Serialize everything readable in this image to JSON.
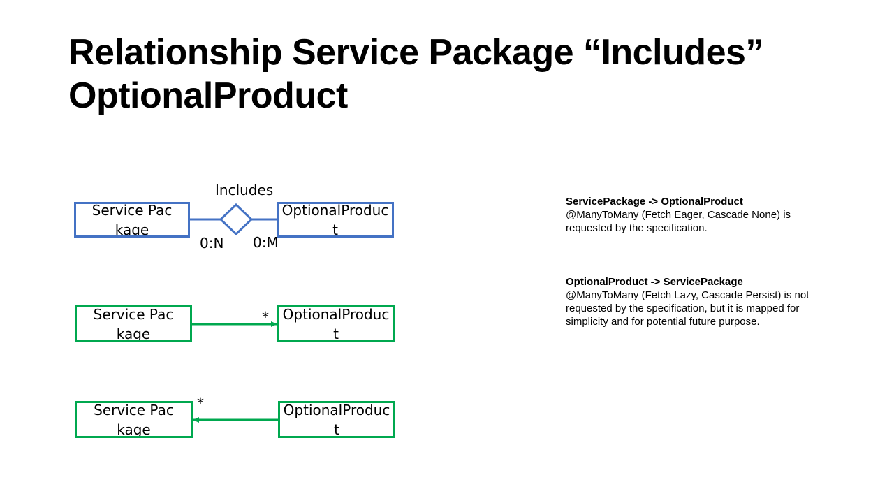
{
  "title": {
    "line1": "Relationship Service Package “Includes”",
    "line2": "OptionalProduct"
  },
  "diagram1": {
    "left_box": "Service Package",
    "right_box": "OptionalProduct",
    "relation_label": "Includes",
    "left_multiplicity": "0:N",
    "right_multiplicity": "0:M",
    "color": "#4472c4"
  },
  "diagram2": {
    "left_box": "Service Package",
    "right_box": "OptionalProduct",
    "multiplicity": "*",
    "color": "#00a84f"
  },
  "diagram3": {
    "left_box": "Service Package",
    "right_box": "OptionalProduct",
    "multiplicity": "*",
    "color": "#00a84f"
  },
  "notes": [
    {
      "heading": "ServicePackage -> OptionalProduct",
      "body": "@ManyToMany  (Fetch Eager, Cascade None) is requested by the specification."
    },
    {
      "heading": "OptionalProduct -> ServicePackage",
      "body": "@ManyToMany  (Fetch Lazy,  Cascade Persist) is not requested by the specification, but it is mapped for simplicity and for potential future purpose."
    }
  ]
}
